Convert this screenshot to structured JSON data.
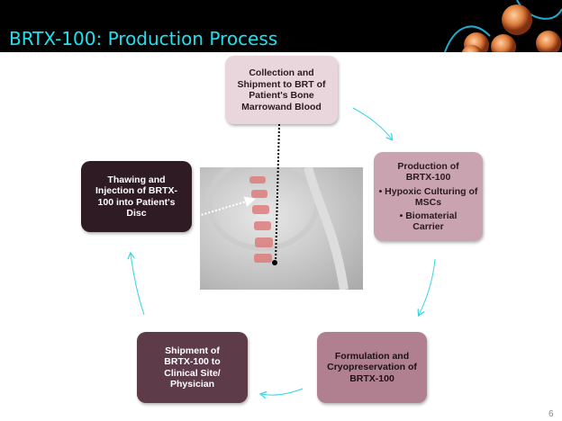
{
  "title": "BRTX-100: Production Process",
  "steps": [
    {
      "text": "Collection and Shipment to BRT of Patient's Bone Marrowand Blood"
    },
    {
      "text": "Production of BRTX-100",
      "bullets": [
        "• Hypoxic Culturing of MSCs",
        "• Biomaterial Carrier"
      ]
    },
    {
      "text": "Formulation and Cryopreservation of BRTX-100"
    },
    {
      "text": "Shipment of BRTX-100 to Clinical Site/ Physician"
    },
    {
      "text": "Thawing and Injection of BRTX-100 into Patient's Disc"
    }
  ],
  "page_number": "6",
  "colors": {
    "title": "#1ee0f0",
    "arrow": "#35d5e5"
  }
}
